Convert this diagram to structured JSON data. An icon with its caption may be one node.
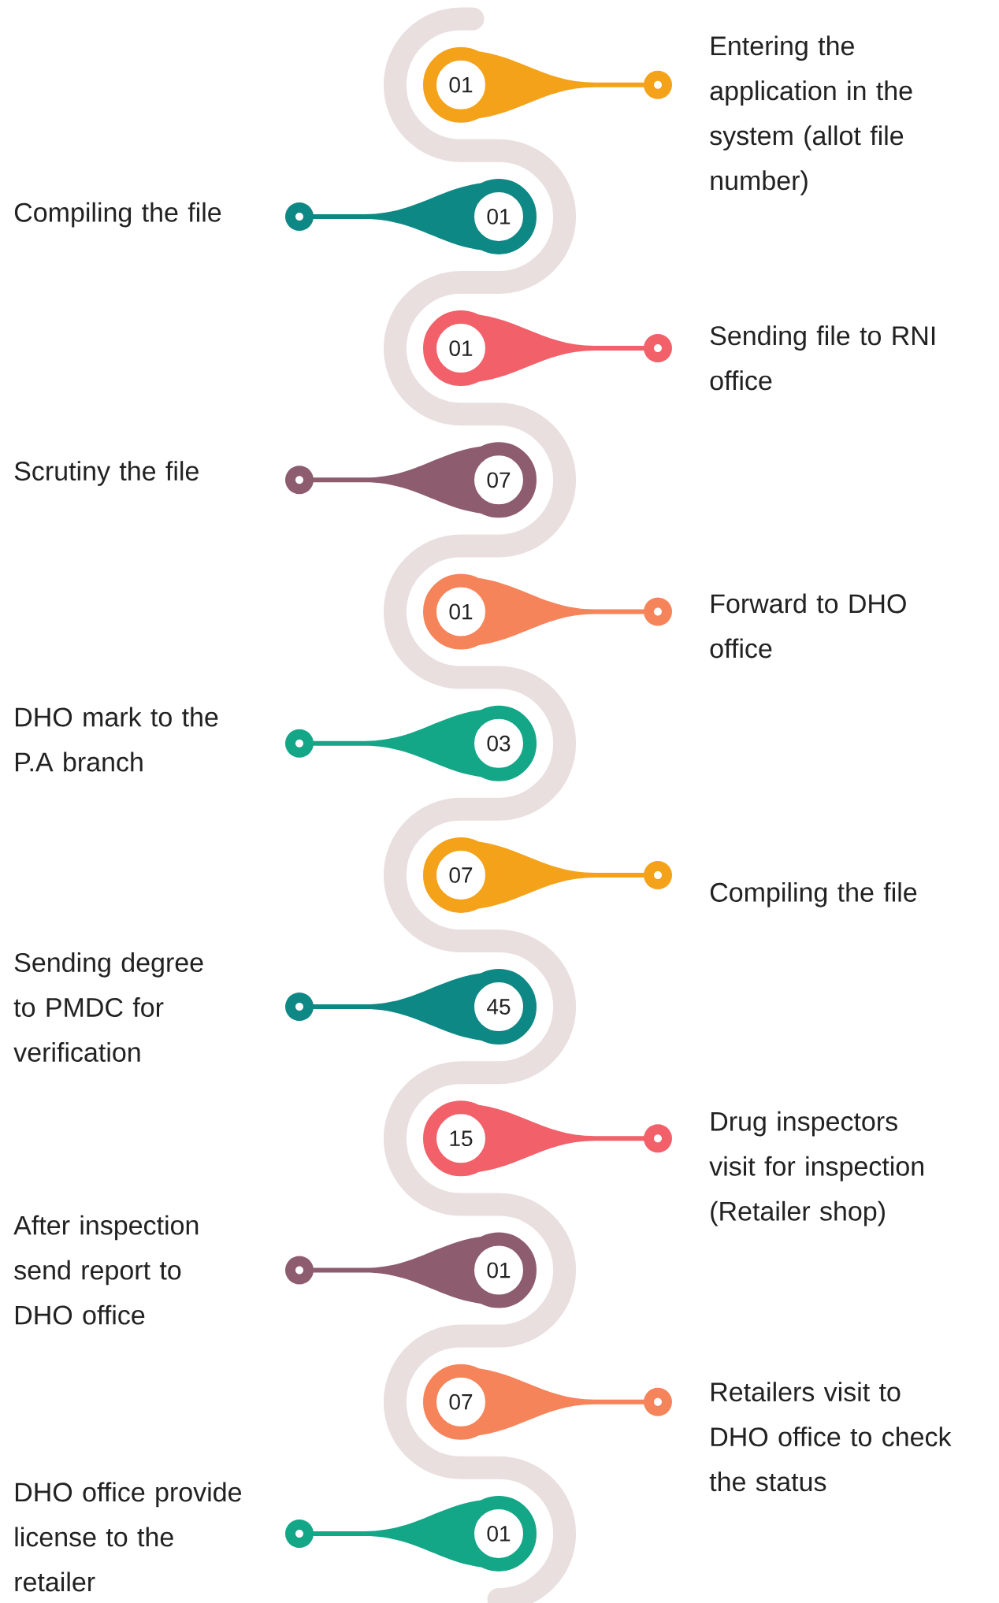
{
  "diagram": {
    "nodes": [
      {
        "text": [
          "01"
        ],
        "beside": [
          "Entering the application in the system (allot file number)"
        ]
      },
      {
        "text": [
          "01"
        ],
        "beside": [
          "Compiling the file"
        ]
      },
      {
        "text": [
          "01"
        ],
        "beside": [
          "Sending file to RNI office"
        ]
      },
      {
        "text": [
          "07"
        ],
        "beside": [
          "Scrutiny the file"
        ]
      },
      {
        "text": [
          "01"
        ],
        "beside": [
          "Forward to DHO office"
        ]
      },
      {
        "text": [
          "03"
        ],
        "beside": [
          "DHO mark to the P.A branch"
        ]
      },
      {
        "text": [
          "07"
        ],
        "beside": [
          "Compiling the file"
        ]
      },
      {
        "text": [
          "45"
        ],
        "beside": [
          "Sending degree to PMDC for verification"
        ]
      },
      {
        "text": [
          "15"
        ],
        "beside": [
          "Drug inspectors visit for inspection (Retailer shop)"
        ]
      },
      {
        "text": [
          "01"
        ],
        "beside": [
          "After inspection send report to DHO office"
        ]
      },
      {
        "text": [
          "07"
        ],
        "beside": [
          "Retailers visit to DHO office to check the status"
        ]
      },
      {
        "text": [
          "01"
        ],
        "beside": [
          "DHO office provide license to the retailer"
        ]
      }
    ]
  }
}
